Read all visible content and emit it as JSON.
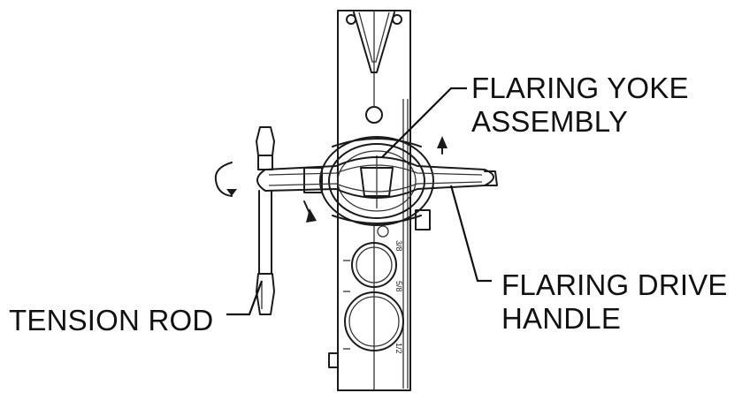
{
  "labels": {
    "yoke_line1": "FLARING YOKE",
    "yoke_line2": "ASSEMBLY",
    "drive_line1": "FLARING DRIVE",
    "drive_line2": "HANDLE",
    "tension_rod": "TENSION ROD"
  },
  "bar_markings": {
    "upper": "3/8",
    "middle": "5/8",
    "lower": "1/2"
  },
  "colors": {
    "line": "#1a1a1a",
    "background": "#ffffff"
  }
}
